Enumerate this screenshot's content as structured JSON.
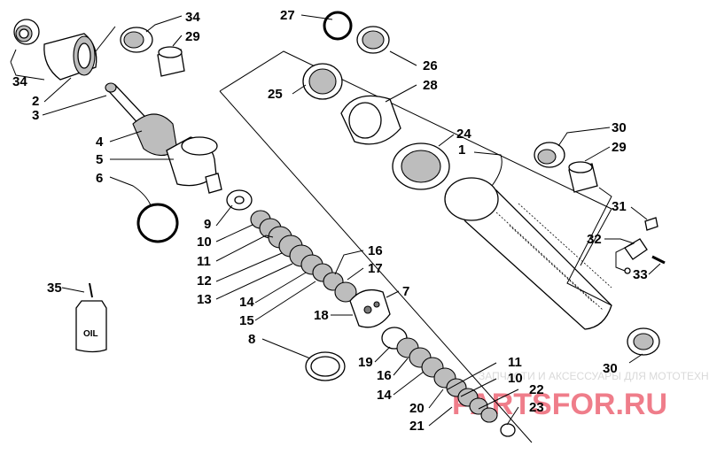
{
  "diagram": {
    "callouts": [
      "1",
      "2",
      "3",
      "4",
      "5",
      "6",
      "7",
      "8",
      "9",
      "10",
      "11",
      "12",
      "13",
      "14",
      "15",
      "16",
      "17",
      "18",
      "19",
      "20",
      "21",
      "22",
      "23",
      "24",
      "25",
      "26",
      "27",
      "28",
      "29",
      "30",
      "31",
      "32",
      "33",
      "34",
      "35"
    ],
    "second_set": {
      "c34b": "34",
      "c29b": "29",
      "c30b": "30",
      "c16b": "16",
      "c14b": "14",
      "c11b": "11",
      "c10b": "10"
    },
    "bottle_label": "OIL",
    "watermark": {
      "line1": "ЗАПЧАСТИ И АКСЕССУАРЫ ДЛЯ МОТОТЕХНИКИ",
      "line2": "PARTSFOR.RU"
    },
    "colors": {
      "ink": "#000000",
      "shade": "#bdbdbd",
      "watermark_red": "#e3142c"
    }
  }
}
